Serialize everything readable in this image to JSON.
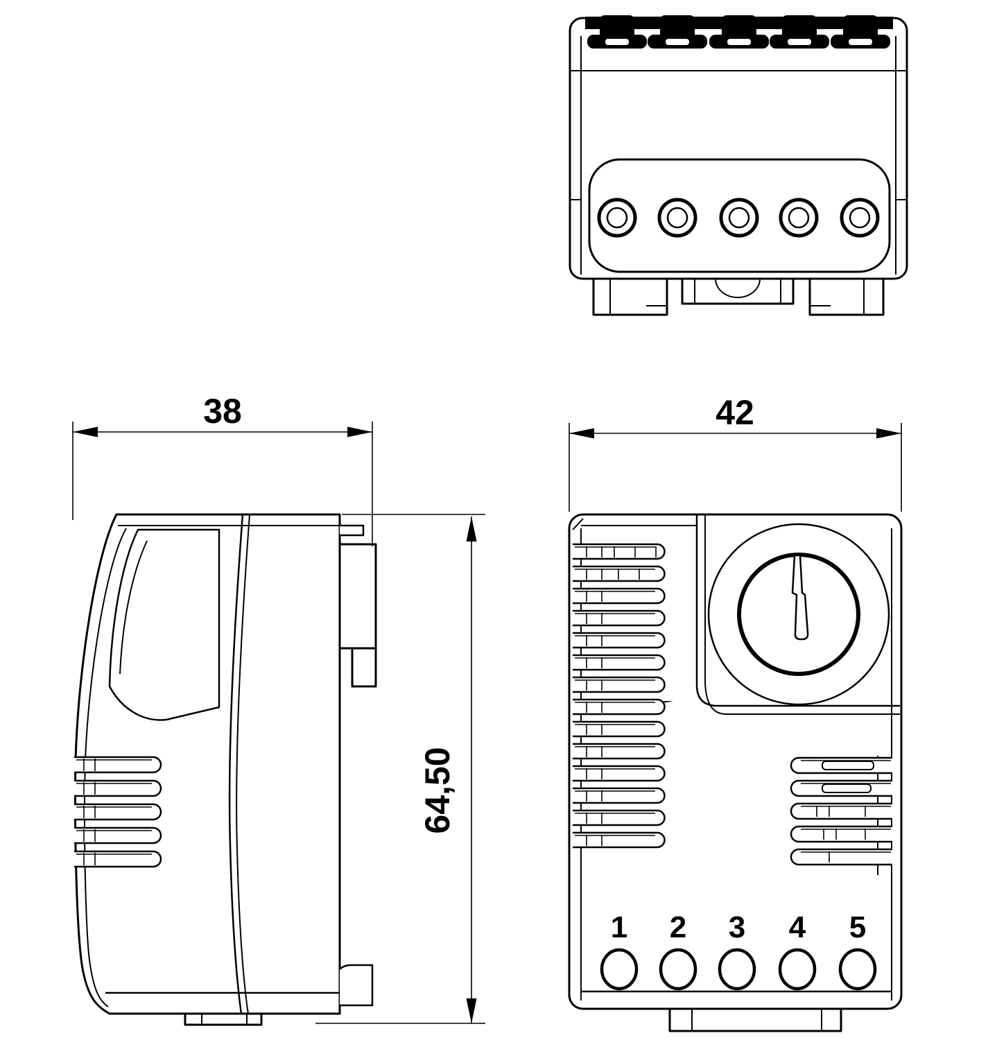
{
  "colors": {
    "line": "#000000",
    "background": "#ffffff"
  },
  "dimensions": {
    "side_view_width": "38",
    "front_view_width": "42",
    "overall_height": "64,50"
  },
  "front_view": {
    "terminal_labels": [
      "1",
      "2",
      "3",
      "4",
      "5"
    ]
  }
}
